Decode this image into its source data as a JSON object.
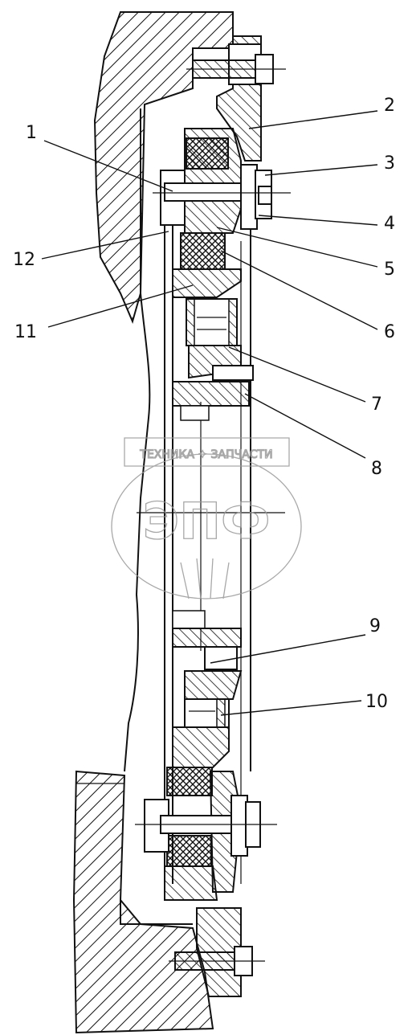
{
  "watermark": {
    "top_text": "ТЕХНИКА ✦ ЗАПЧАСТИ",
    "main_text": "ЭПФ"
  },
  "callouts": [
    {
      "id": "1",
      "label": "1"
    },
    {
      "id": "2",
      "label": "2"
    },
    {
      "id": "3",
      "label": "3"
    },
    {
      "id": "4",
      "label": "4"
    },
    {
      "id": "5",
      "label": "5"
    },
    {
      "id": "6",
      "label": "6"
    },
    {
      "id": "7",
      "label": "7"
    },
    {
      "id": "8",
      "label": "8"
    },
    {
      "id": "9",
      "label": "9"
    },
    {
      "id": "10",
      "label": "10"
    },
    {
      "id": "11",
      "label": "11"
    },
    {
      "id": "12",
      "label": "12"
    }
  ],
  "colors": {
    "ink": "#111111",
    "watermark": "#9a9a9a",
    "background": "#ffffff"
  }
}
